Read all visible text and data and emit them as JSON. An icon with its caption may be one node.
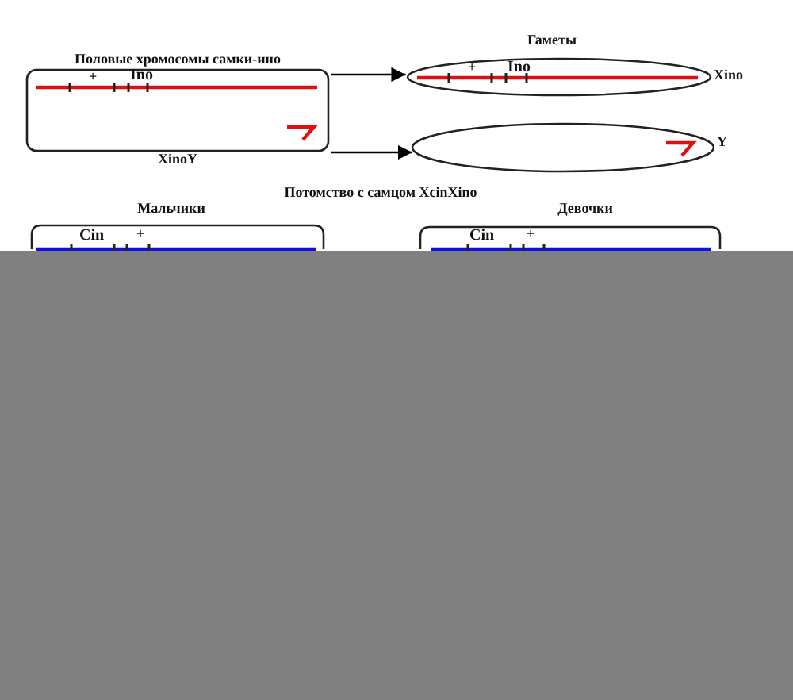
{
  "diagram": {
    "nodes": [
      {
        "text": [
          "Половые хромосомы самки-ино",
          "XinoY"
        ]
      },
      {
        "text": [
          "Гаметы"
        ],
        "beside": [
          "Xino"
        ]
      },
      {
        "text": [],
        "shape": "ellipse",
        "beside": [
          "Y"
        ]
      },
      {
        "text": [
          "Мальчики"
        ]
      },
      {
        "text": [
          "Девочки"
        ]
      }
    ],
    "edges": [
      {
        "from": 0,
        "to": 1,
        "arrow": "to"
      },
      {
        "from": 0,
        "to": 2,
        "arrow": "to"
      }
    ],
    "labels": [
      "+",
      "Ino",
      "+",
      "Ino",
      "Потомство с самцом XcinXino",
      "Cin",
      "+",
      "Cin",
      "+"
    ]
  }
}
